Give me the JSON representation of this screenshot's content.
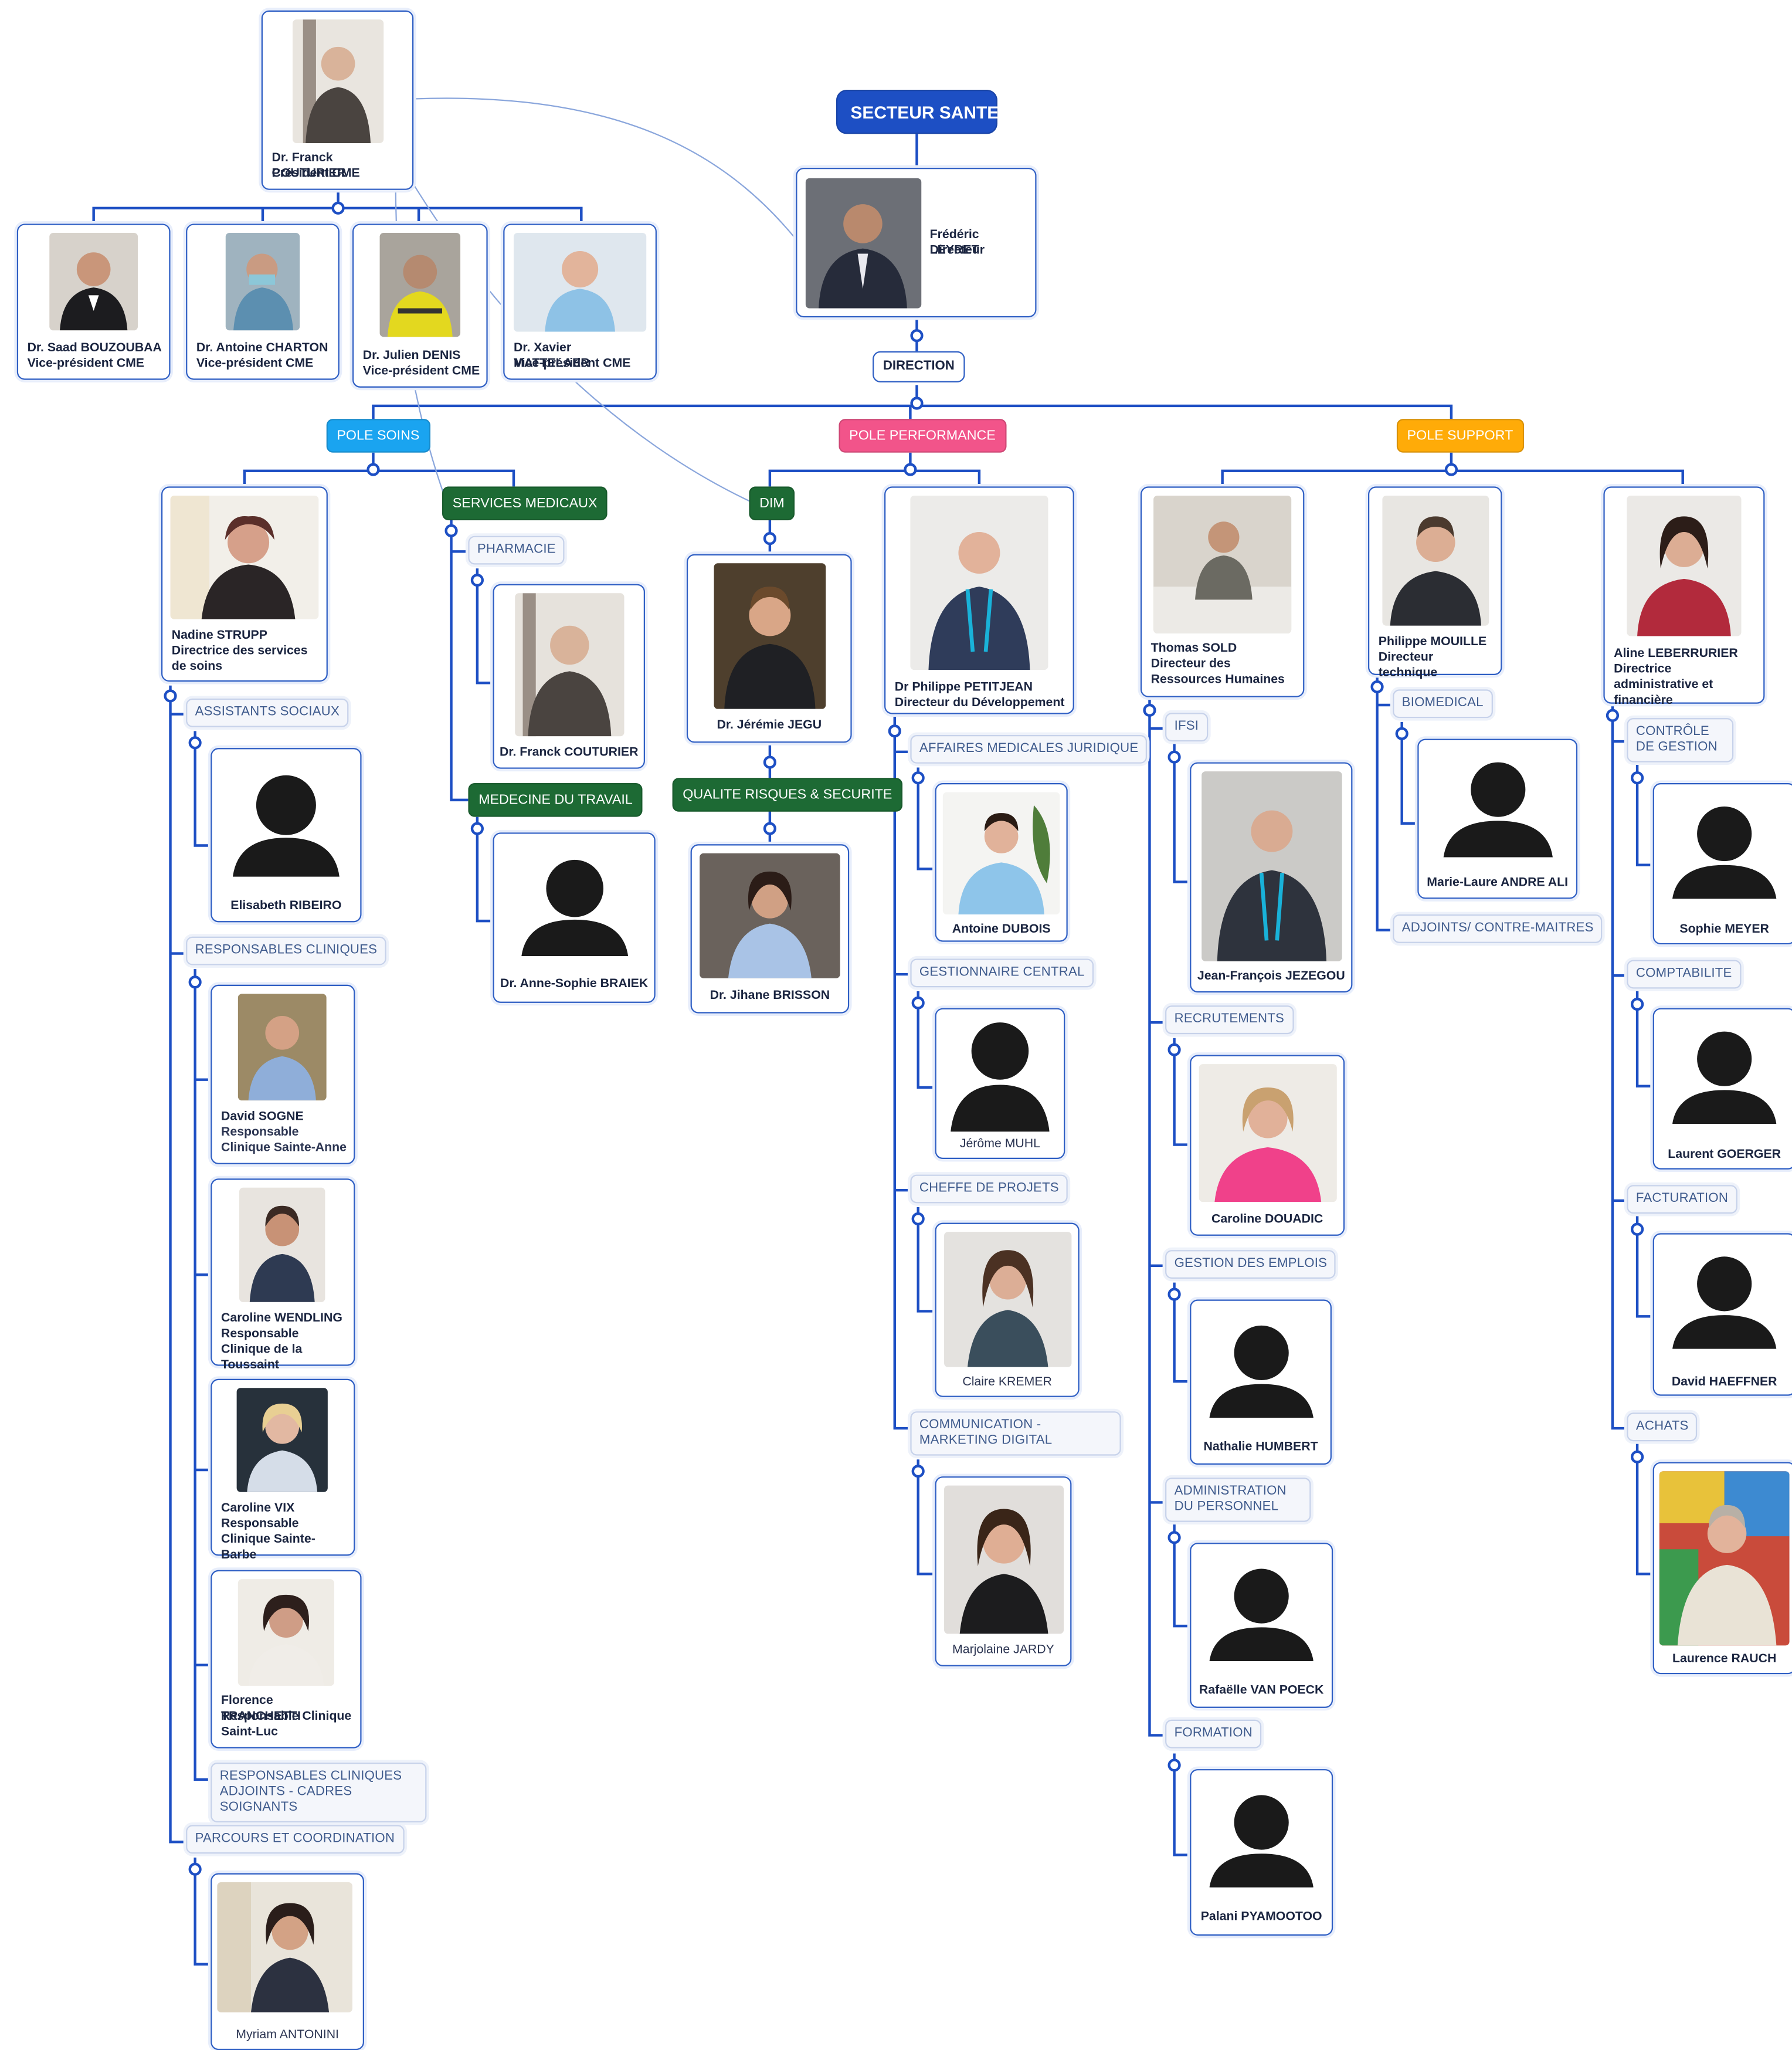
{
  "sector": "SECTEUR SANTE",
  "direction_label": "DIRECTION",
  "director": {
    "name": "Frédéric LEYRET",
    "role": "Directeur",
    "icon": "person-photo-icon"
  },
  "cme": {
    "president": {
      "name": "Dr. Franck COUTURIER",
      "role": "Président CME"
    },
    "vice_presidents": [
      {
        "name": "Dr. Saad BOUZOUBAA",
        "role": "Vice-président CME"
      },
      {
        "name": "Dr. Antoine CHARTON",
        "role": "Vice-président CME"
      },
      {
        "name": "Dr. Julien DENIS",
        "role": "Vice-président CME"
      },
      {
        "name": "Dr. Xavier MATTELAER",
        "role": "Vice-président CME"
      }
    ]
  },
  "poles": {
    "soins": {
      "label": "POLE SOINS",
      "head": {
        "name": "Nadine STRUPP",
        "role": "Directrice des services de soins"
      },
      "assistants_label": "ASSISTANTS SOCIAUX",
      "assistant": "Elisabeth RIBEIRO",
      "resp_label": "RESPONSABLES CLINIQUES",
      "responsables": [
        {
          "name": "David SOGNE",
          "role": "Responsable Clinique Sainte-Anne"
        },
        {
          "name": "Caroline WENDLING",
          "role": "Responsable Clinique de la Toussaint"
        },
        {
          "name": "Caroline VIX",
          "role": "Responsable Clinique Sainte-Barbe"
        },
        {
          "name": "Florence TRANCHETTI",
          "role": "Responsable Clinique Saint-Luc"
        }
      ],
      "adjoints_label": "RESPONSABLES CLINIQUES ADJOINTS - CADRES SOIGNANTS",
      "parcours_label": "PARCOURS ET COORDINATION",
      "parcours_person": "Myriam ANTONINI",
      "services_label": "SERVICES MEDICAUX",
      "pharmacie_label": "PHARMACIE",
      "pharmacie_person": "Dr. Franck COUTURIER",
      "medecine_label": "MEDECINE DU TRAVAIL",
      "medecine_person": "Dr. Anne-Sophie BRAIEK"
    },
    "performance": {
      "label": "POLE PERFORMANCE",
      "dim_label": "DIM",
      "dim_person": "Dr. Jérémie JEGU",
      "qualite_label": "QUALITE RISQUES & SECURITE",
      "qualite_person": "Dr. Jihane BRISSON",
      "head": {
        "name": "Dr Philippe PETITJEAN",
        "role": "Directeur du Développement"
      },
      "affaires_label": "AFFAIRES MEDICALES JURIDIQUE",
      "affaires_person": "Antoine DUBOIS",
      "gestionnaire_label": "GESTIONNAIRE CENTRAL",
      "gestionnaire_person": "Jérôme MUHL",
      "cheffe_label": "CHEFFE DE PROJETS",
      "cheffe_person": "Claire KREMER",
      "com_label": "COMMUNICATION - MARKETING DIGITAL",
      "com_person": "Marjolaine JARDY"
    },
    "support": {
      "label": "POLE SUPPORT",
      "rh": {
        "name": "Thomas SOLD",
        "role": "Directeur des Ressources Humaines"
      },
      "ifsi_label": "IFSI",
      "ifsi_person": "Jean-François JEZEGOU",
      "recrut_label": "RECRUTEMENTS",
      "recrut_person": "Caroline DOUADIC",
      "emplois_label": "GESTION DES EMPLOIS",
      "emplois_person": "Nathalie HUMBERT",
      "admin_label": "ADMINISTRATION DU PERSONNEL",
      "admin_person": "Rafaëlle VAN POECK",
      "formation_label": "FORMATION",
      "formation_person": "Palani PYAMOOTOO",
      "tech": {
        "name": "Philippe MOUILLE",
        "role": "Directeur technique"
      },
      "biomedical_label": "BIOMEDICAL",
      "biomedical_person": "Marie-Laure ANDRE ALI",
      "adjoints_label": "ADJOINTS/ CONTRE-MAITRES",
      "daf": {
        "name": "Aline LEBERRURIER",
        "role": "Directrice administrative et financière"
      },
      "controle_label": "CONTRÔLE DE GESTION",
      "controle_person": "Sophie MEYER",
      "compta_label": "COMPTABILITE",
      "compta_person": "Laurent GOERGER",
      "factu_label": "FACTURATION",
      "factu_person": "David HAEFFNER",
      "achats_label": "ACHATS",
      "achats_person": "Laurence RAUCH"
    }
  }
}
